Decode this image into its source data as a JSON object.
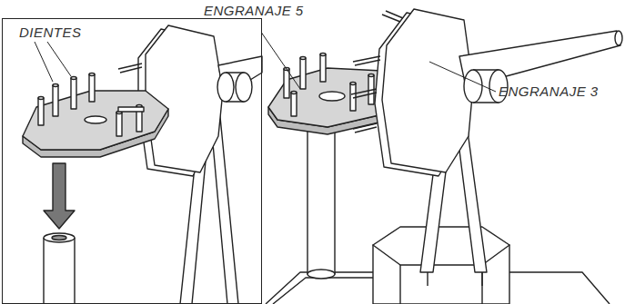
{
  "diagram": {
    "nodes": [
      {
        "text": [
          "DIENTES"
        ]
      }
    ],
    "labels": [
      "ENGRANAJE 5",
      "ENGRANAJE 3"
    ]
  }
}
